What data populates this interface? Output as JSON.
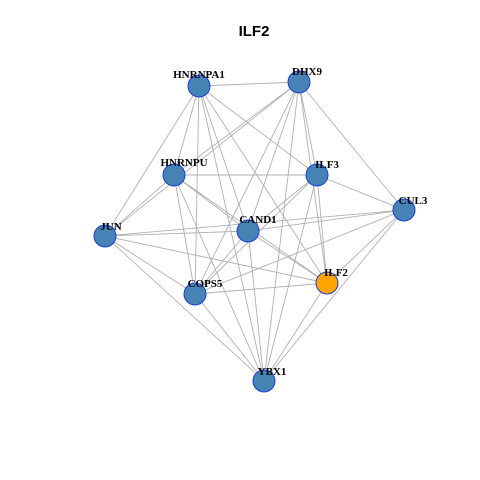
{
  "title": "ILF2",
  "colors": {
    "node_default": "#4682b4",
    "node_highlight": "#ffa500",
    "node_border": "#1a3fd6",
    "edge": "#b0b0b0"
  },
  "nodes": [
    {
      "id": "HNRNPA1",
      "label": "HNRNPA1",
      "highlight": false
    },
    {
      "id": "DHX9",
      "label": "DHX9",
      "highlight": false
    },
    {
      "id": "HNRNPU",
      "label": "HNRNPU",
      "highlight": false
    },
    {
      "id": "ILF3",
      "label": "ILF3",
      "highlight": false
    },
    {
      "id": "CUL3",
      "label": "CUL3",
      "highlight": false
    },
    {
      "id": "JUN",
      "label": "JUN",
      "highlight": false
    },
    {
      "id": "CAND1",
      "label": "CAND1",
      "highlight": false
    },
    {
      "id": "ILF2",
      "label": "ILF2",
      "highlight": true
    },
    {
      "id": "COPS5",
      "label": "COPS5",
      "highlight": false
    },
    {
      "id": "YBX1",
      "label": "YBX1",
      "highlight": false
    }
  ],
  "edges": [
    [
      "HNRNPA1",
      "DHX9"
    ],
    [
      "HNRNPA1",
      "HNRNPU"
    ],
    [
      "HNRNPA1",
      "ILF3"
    ],
    [
      "HNRNPA1",
      "JUN"
    ],
    [
      "HNRNPA1",
      "CAND1"
    ],
    [
      "HNRNPA1",
      "ILF2"
    ],
    [
      "HNRNPA1",
      "COPS5"
    ],
    [
      "HNRNPA1",
      "YBX1"
    ],
    [
      "DHX9",
      "HNRNPU"
    ],
    [
      "DHX9",
      "ILF3"
    ],
    [
      "DHX9",
      "CUL3"
    ],
    [
      "DHX9",
      "CAND1"
    ],
    [
      "DHX9",
      "ILF2"
    ],
    [
      "DHX9",
      "COPS5"
    ],
    [
      "DHX9",
      "YBX1"
    ],
    [
      "DHX9",
      "JUN"
    ],
    [
      "HNRNPU",
      "ILF3"
    ],
    [
      "HNRNPU",
      "JUN"
    ],
    [
      "HNRNPU",
      "CAND1"
    ],
    [
      "HNRNPU",
      "ILF2"
    ],
    [
      "HNRNPU",
      "COPS5"
    ],
    [
      "HNRNPU",
      "YBX1"
    ],
    [
      "ILF3",
      "CUL3"
    ],
    [
      "ILF3",
      "CAND1"
    ],
    [
      "ILF3",
      "ILF2"
    ],
    [
      "ILF3",
      "COPS5"
    ],
    [
      "ILF3",
      "YBX1"
    ],
    [
      "CUL3",
      "CAND1"
    ],
    [
      "CUL3",
      "ILF2"
    ],
    [
      "CUL3",
      "COPS5"
    ],
    [
      "CUL3",
      "YBX1"
    ],
    [
      "CUL3",
      "JUN"
    ],
    [
      "JUN",
      "CAND1"
    ],
    [
      "JUN",
      "ILF2"
    ],
    [
      "JUN",
      "COPS5"
    ],
    [
      "JUN",
      "YBX1"
    ],
    [
      "CAND1",
      "ILF2"
    ],
    [
      "CAND1",
      "COPS5"
    ],
    [
      "CAND1",
      "YBX1"
    ],
    [
      "ILF2",
      "COPS5"
    ],
    [
      "ILF2",
      "YBX1"
    ],
    [
      "COPS5",
      "YBX1"
    ]
  ]
}
